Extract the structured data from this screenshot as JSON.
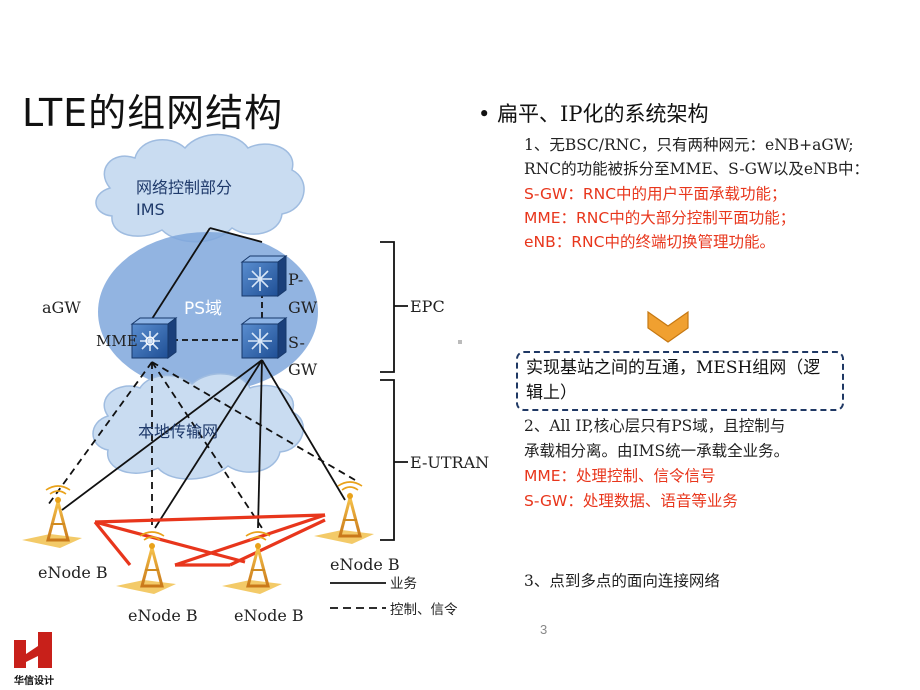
{
  "slide": {
    "title": "LTE的组网结构",
    "page_number": "3"
  },
  "diagram": {
    "cloud_top_line1": "网络控制部分",
    "cloud_top_line2": "IMS",
    "ps_domain": "PS域",
    "agw": "aGW",
    "mme": "MME",
    "pgw_line1": "P-",
    "pgw_line2": "GW",
    "sgw_line1": "S-",
    "sgw_line2": "GW",
    "local_transport": "本地传输网",
    "epc": "EPC",
    "eutran": "E-UTRAN",
    "enodeb_left": "eNode B",
    "enodeb_right": "eNode B",
    "enodeb_bottom1": "eNode B",
    "enodeb_bottom2": "eNode B",
    "legend_service": "业务",
    "legend_control": "控制、信令",
    "colors": {
      "cloud": "#c9dcf1",
      "ps_oval": "#7fa7dc",
      "x2_link": "#e8361c",
      "tower": "#e9a21a"
    }
  },
  "text": {
    "bullet": "扁平、IP化的系统架构",
    "item1_line1": "1、无BSC/RNC，只有两种网元：eNB+aGW;",
    "item1_line2": "RNC的功能被拆分至MME、S-GW以及eNB中：",
    "red1": "S-GW：RNC中的用户平面承载功能；",
    "red2": "MME：RNC中的大部分控制平面功能；",
    "red3": "eNB：RNC中的终端切换管理功能。",
    "callout": "实现基站之间的互通，MESH组网（逻辑上）",
    "item2_line1": "2、All IP,核心层只有PS域，且控制与",
    "item2_line2": "承载相分离。由IMS统一承载全业务。",
    "red4": "MME：处理控制、信令信号",
    "red5": "S-GW：处理数据、语音等业务",
    "item3": "3、点到多点的面向连接网络"
  },
  "logo": {
    "text": "华信设计"
  }
}
